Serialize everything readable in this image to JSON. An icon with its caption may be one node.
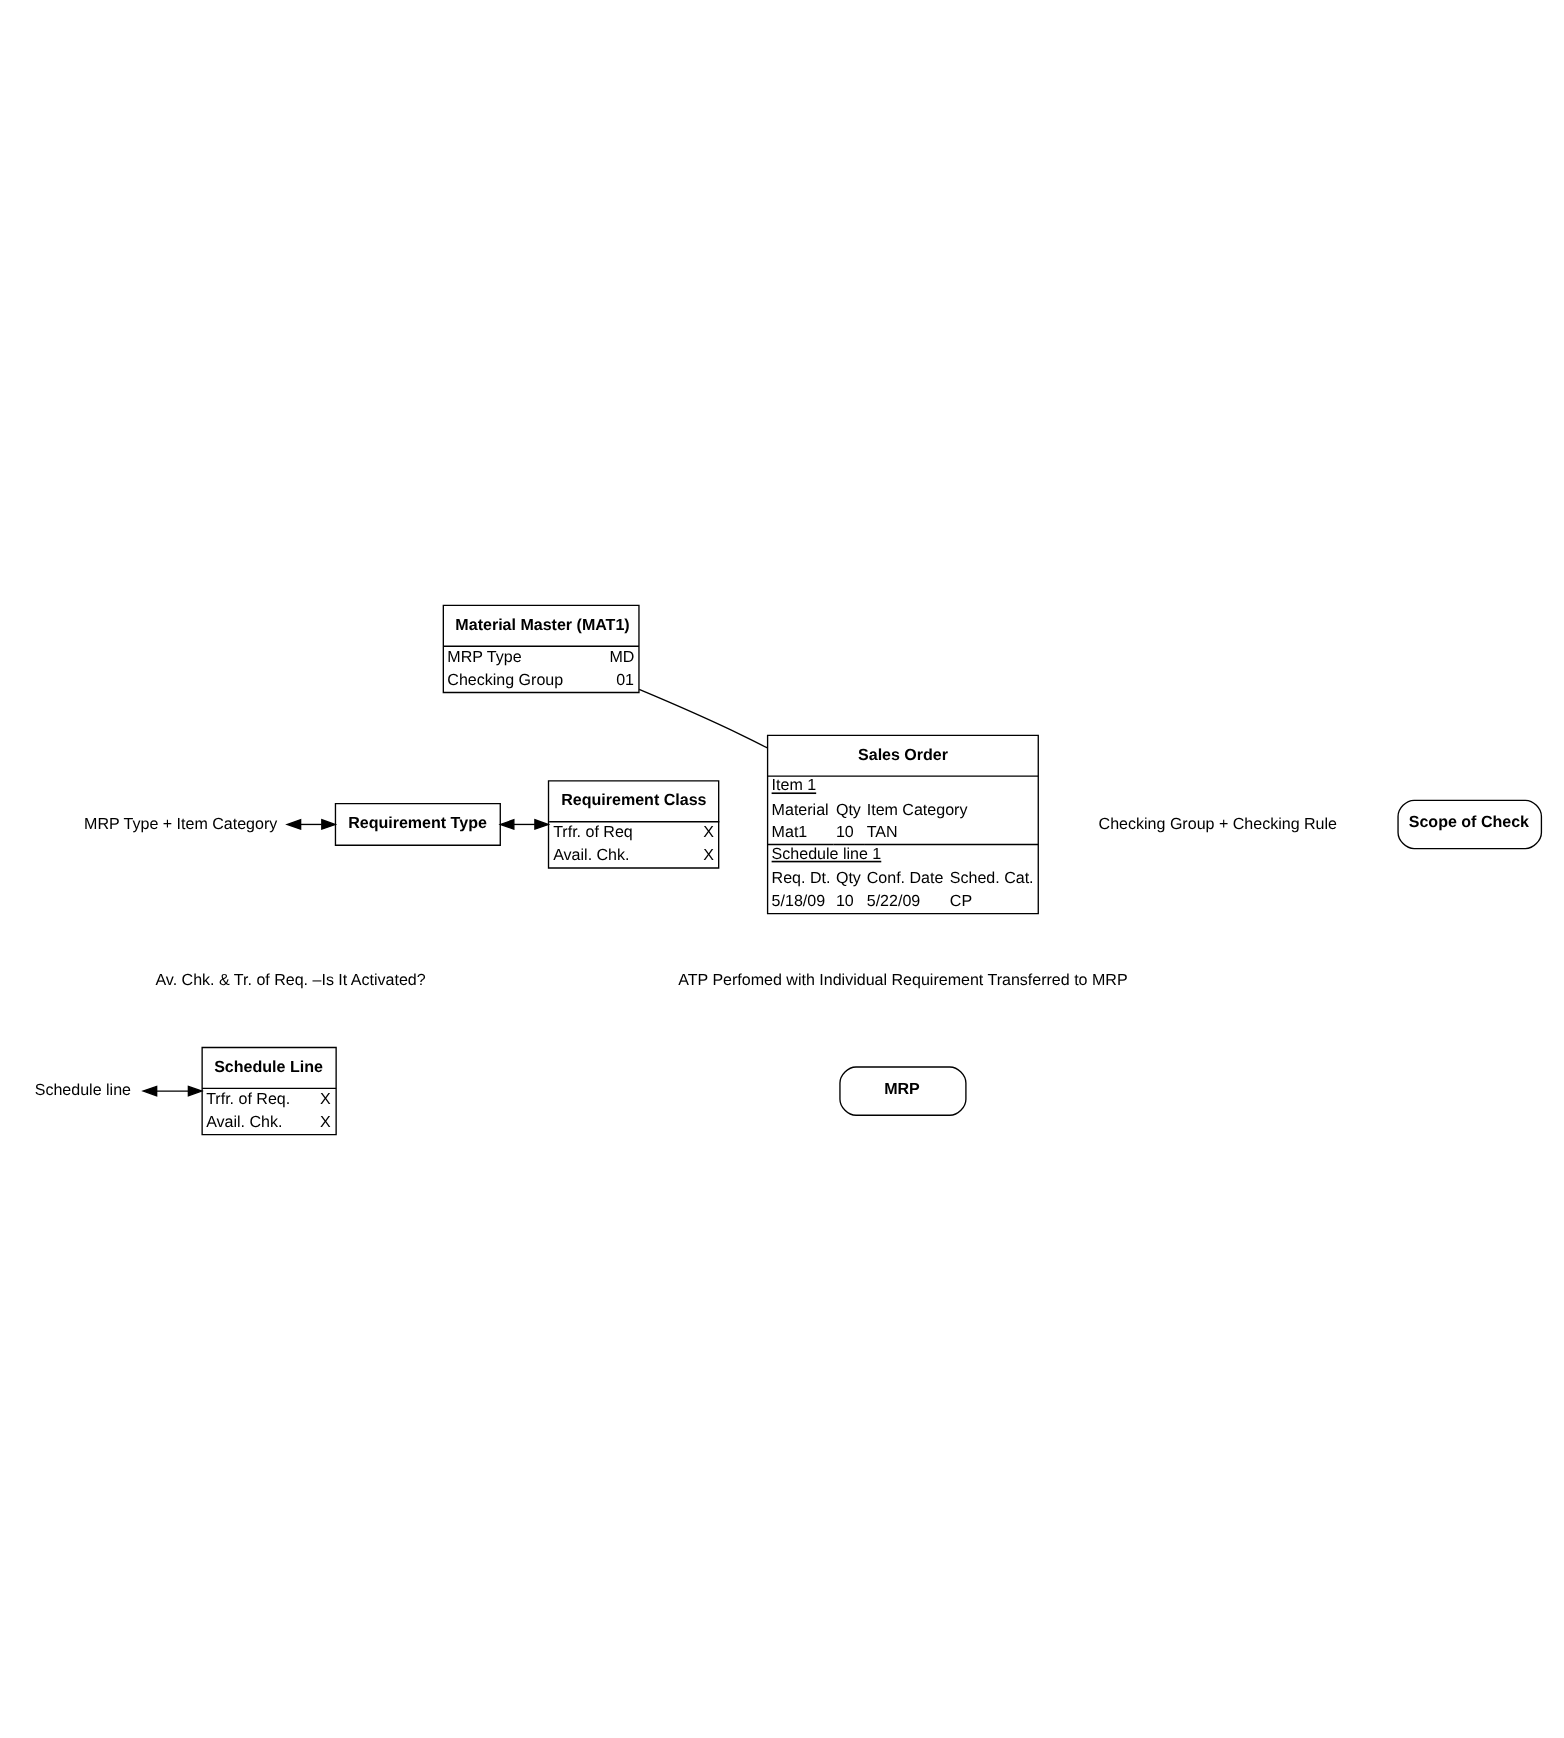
{
  "diagram": {
    "nodes": [
      {
        "text": [
          "Material Master (MAT1)",
          "MRP Type",
          "MD",
          "Checking Group",
          "01"
        ]
      },
      {
        "text": [
          "MRP Type + Item Category"
        ]
      },
      {
        "text": [
          "Requirement Type"
        ]
      },
      {
        "text": [
          "Requirement Class",
          "Trfr. of Req",
          "X",
          "Avail. Chk.",
          "X"
        ]
      },
      {
        "text": [
          "Schedule line"
        ]
      },
      {
        "text": [
          "Schedule Line",
          "Trfr. of Req.",
          "X",
          "Avail. Chk.",
          "X"
        ]
      },
      {
        "text": [
          "Sales Order",
          "Item 1",
          "Material",
          "Qty",
          "Item Category",
          "Mat1",
          "10",
          "TAN",
          "Schedule line 1",
          "Req. Dt.",
          "Qty",
          "Conf. Date",
          "Sched. Cat.",
          "5/18/09",
          "10",
          "5/22/09",
          "CP"
        ]
      },
      {
        "text": [
          "Scope of Check"
        ]
      },
      {
        "text": [
          "MRP"
        ]
      }
    ],
    "edges": [
      {
        "from": 0,
        "to": 6,
        "arrow": "none"
      },
      {
        "from": 1,
        "to": 2,
        "arrow": "both"
      },
      {
        "from": 2,
        "to": 3,
        "arrow": "both"
      },
      {
        "from": 4,
        "to": 5,
        "arrow": "both"
      }
    ],
    "labels": [
      "Av. Chk. & Tr. of Req. –Is It Activated?",
      "Checking Group + Checking Rule",
      "ATP Perfomed with Individual Requirement Transferred to MRP"
    ]
  }
}
